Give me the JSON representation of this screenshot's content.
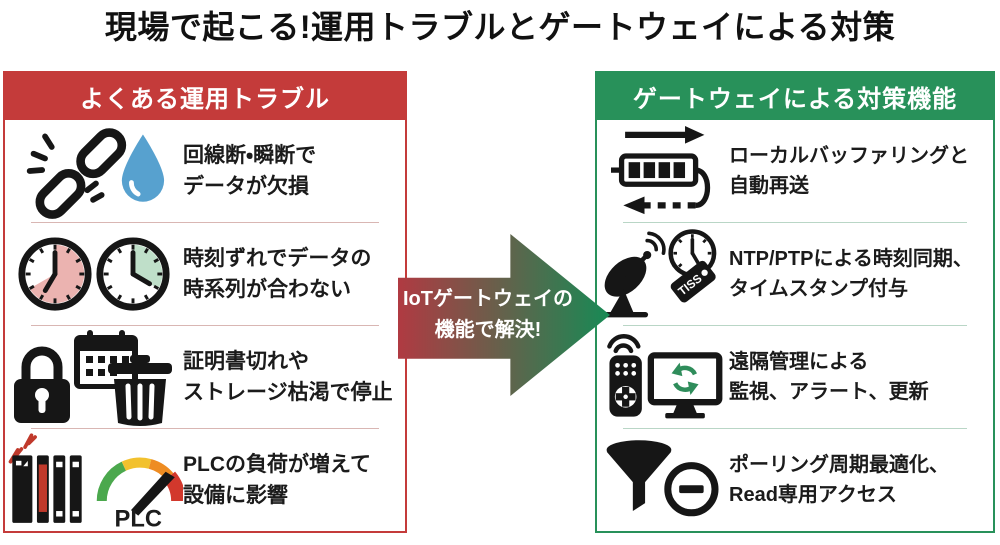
{
  "title": "現場で起こる!運用トラブルとゲートウェイによる対策",
  "left_panel": {
    "header": "よくある運用トラブル",
    "items": [
      {
        "icon": "broken-link-data-loss",
        "line1": "回線断・瞬断で",
        "line2": "データが欠損"
      },
      {
        "icon": "clocks-out-of-sync",
        "line1": "時刻ずれでデータの",
        "line2": "時系列が合わない"
      },
      {
        "icon": "certificate-storage-stop",
        "line1": "証明書切れや",
        "line2": "ストレージ枯渇で停止"
      },
      {
        "icon": "plc-overload",
        "line1": "PLCの負荷が増えて",
        "line2": "設備に影響"
      }
    ]
  },
  "center_arrow": {
    "line1": "IoTゲートウェイの",
    "line2": "機能で解決!"
  },
  "right_panel": {
    "header": "ゲートウェイによる対策機能",
    "items": [
      {
        "icon": "local-buffer-resend",
        "line1": "ローカルバッファリングと",
        "line2": "自動再送"
      },
      {
        "icon": "ntp-time-sync",
        "line1": "NTP/PTPによる時刻同期、",
        "line2": "タイムスタンプ付与"
      },
      {
        "icon": "remote-management",
        "line1": "遠隔管理による",
        "line2": "監視、アラート、更新"
      },
      {
        "icon": "polling-read-only",
        "line1": "ポーリング周期最適化、",
        "line2": "Read専用アクセス"
      }
    ]
  },
  "icon_labels": {
    "gauge": "PLC",
    "tag": "TISS"
  },
  "colors": {
    "red": "#c43b3a",
    "green": "#28915a",
    "divider_red": "#d9b6b3",
    "divider_green": "#b9d6c6",
    "drop": "#57a1cf",
    "clock_pink": "#ebb3b0",
    "clock_green": "#bfdfc9",
    "alert": "#c0392b",
    "sync": "#2f8d5b",
    "gauge_green": "#4ba84d",
    "gauge_yellow": "#f2c12e",
    "gauge_orange": "#ee8c22",
    "gauge_red": "#d2382c",
    "arrow_red": "#b03a42",
    "arrow_green": "#178a55"
  }
}
